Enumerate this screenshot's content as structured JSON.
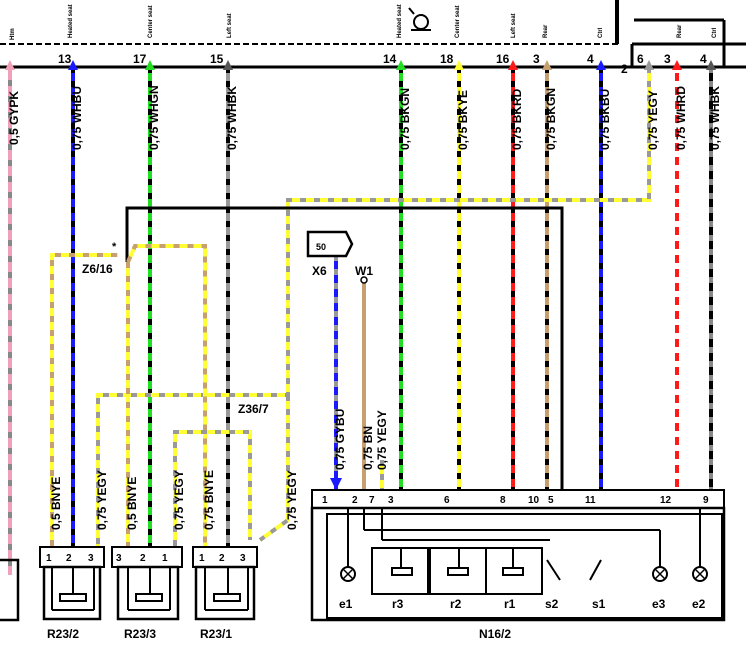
{
  "top_connector": {
    "pins": [
      {
        "num": "13",
        "sub": "Heated seat"
      },
      {
        "num": "17",
        "sub": "Center seat"
      },
      {
        "num": "15",
        "sub": "Left seat"
      },
      {
        "num": "14",
        "sub": "Heated seat"
      },
      {
        "num": "18",
        "sub": "Center seat"
      },
      {
        "num": "16",
        "sub": "Left seat"
      },
      {
        "num": "3",
        "sub": "Rear"
      },
      {
        "num": "4",
        "sub": "Ctrl"
      }
    ],
    "left_label": "Htm",
    "right_label": "Ctrl",
    "aux_pins": [
      {
        "num": "6"
      },
      {
        "num": "3",
        "sub": "Rear"
      },
      {
        "num": "4",
        "sub": "Ctrl"
      }
    ],
    "aux_block_num": "2"
  },
  "wire_labels": [
    "0,5 GYPK",
    "0,75 WHBU",
    "0,75 WHGN",
    "0,75 WHBK",
    "0,75 BKGN",
    "0,75 BKYE",
    "0,75 BKRD",
    "0,75 BKGN",
    "0,75 BKBU",
    "0,75 YEGY",
    "0,75 WHRD",
    "0,75 WHBK"
  ],
  "lower_wire_labels": [
    "0,5 BNYE",
    "0,75 YEGY",
    "0,5 BNYE",
    "0,75 YEGY",
    "0,75 BNYE",
    "0,75 YEGY"
  ],
  "mid_wire_labels": [
    "0,75 GYBU",
    "0,75 BN",
    "0,75 YEGY"
  ],
  "nodes": {
    "z6": "Z6/16",
    "z36": "Z36/7",
    "x6": "X6",
    "w1": "W1",
    "x6_pin": "50"
  },
  "star": "*",
  "components": {
    "r23_2": {
      "label": "R23/2",
      "pins": [
        "1",
        "2",
        "3"
      ]
    },
    "r23_3": {
      "label": "R23/3",
      "pins": [
        "3",
        "2",
        "1"
      ]
    },
    "r23_1": {
      "label": "R23/1",
      "pins": [
        "1",
        "2",
        "3"
      ]
    },
    "n16_2": {
      "label": "N16/2",
      "pins": [
        "1",
        "2",
        "7",
        "3",
        "6",
        "8",
        "10",
        "5",
        "11",
        "12",
        "9"
      ],
      "elements": [
        "e1",
        "r3",
        "r2",
        "r1",
        "s2",
        "s1",
        "e3",
        "e2"
      ]
    }
  },
  "colors": {
    "pink": "#f0a0b8",
    "blue": "#1a1aff",
    "green": "#22dd22",
    "yellow": "#ffff33",
    "gray": "#999999",
    "red": "#ff1a1a",
    "brown": "#c8a070",
    "black": "#000000"
  }
}
